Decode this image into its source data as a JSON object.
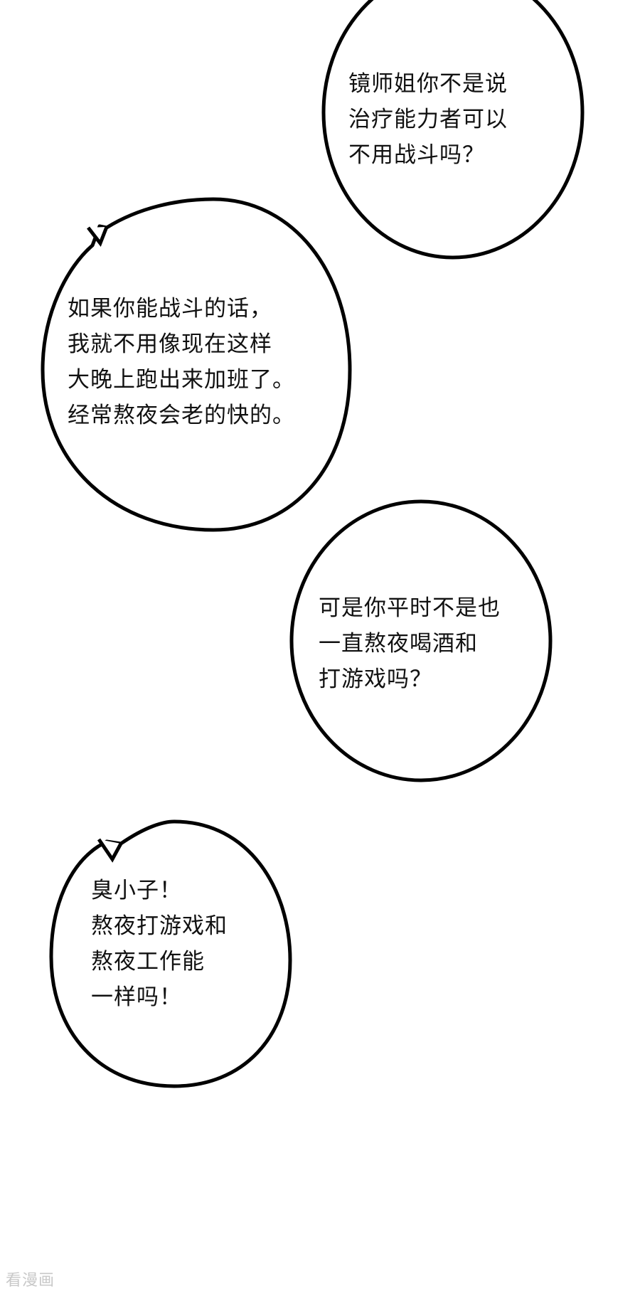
{
  "bubbles": [
    {
      "lines": [
        "镜师姐你不是说",
        "治疗能力者可以",
        "不用战斗吗？"
      ]
    },
    {
      "lines": [
        "如果你能战斗的话，",
        "我就不用像现在这样",
        "大晚上跑出来加班了。",
        "经常熬夜会老的快的。"
      ]
    },
    {
      "lines": [
        "可是你平时不是也",
        "一直熬夜喝酒和",
        "打游戏吗？"
      ]
    },
    {
      "lines": [
        "臭小子！",
        "熬夜打游戏和",
        "熬夜工作能",
        "一样吗！"
      ]
    }
  ],
  "watermark": "看漫画",
  "colors": {
    "background": "#ffffff",
    "outline": "#000000",
    "text": "#111111",
    "watermark": "#c8c8c8"
  }
}
